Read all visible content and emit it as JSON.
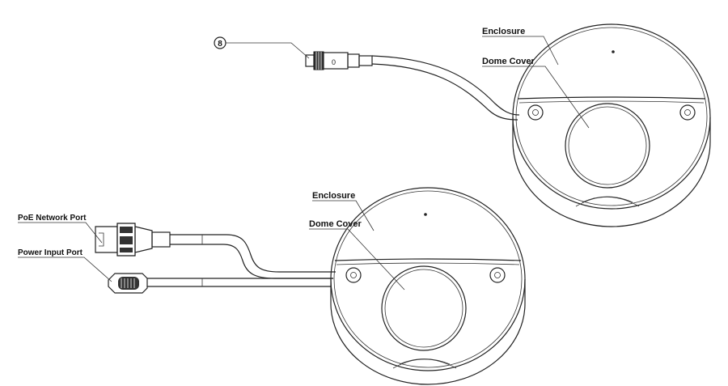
{
  "top_camera": {
    "enclosure_label": "Enclosure",
    "dome_cover_label": "Dome Cover",
    "connector_callout": "8"
  },
  "bottom_camera": {
    "enclosure_label": "Enclosure",
    "dome_cover_label": "Dome Cover",
    "poe_port_label": "PoE Network Port",
    "power_port_label": "Power Input Port"
  }
}
